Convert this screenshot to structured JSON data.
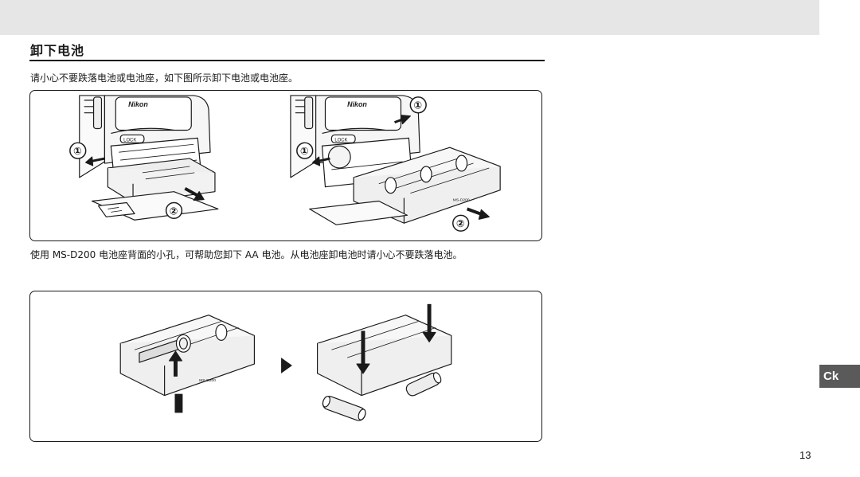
{
  "header": {
    "section_title": "卸下电池"
  },
  "paragraphs": {
    "intro": "请小心不要跌落电池或电池座，如下图所示卸下电池或电池座。",
    "aa_instructions": "使用 MS-D200 电池座背面的小孔，可帮助您卸下 AA 电池。从电池座卸电池时请小心不要跌落电池。"
  },
  "figure1": {
    "left": {
      "brand": "Nikon",
      "lock": "LOCK",
      "step1": "①",
      "step2": "②"
    },
    "right": {
      "brand": "Nikon",
      "lock": "LOCK",
      "step1": "①",
      "step1b": "①",
      "step2": "②",
      "holder_model": "MS-D200"
    }
  },
  "figure2": {
    "holder_model": "MS-D200"
  },
  "side_tab": {
    "label": "Ck"
  },
  "footer": {
    "page_number": "13"
  },
  "colors": {
    "band": "#e6e6e6",
    "tab": "#5a5a5a",
    "ink": "#1a1a1a"
  }
}
